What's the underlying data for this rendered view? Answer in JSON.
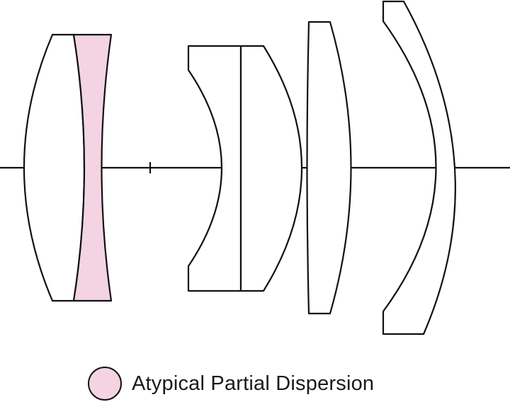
{
  "legend": {
    "label": "Atypical Partial Dispersion",
    "swatch_color": "#f4d3e2"
  },
  "colors": {
    "special_glass": "#f4d3e2",
    "lens_fill": "#ffffff",
    "stroke": "#111111"
  },
  "elements": [
    {
      "name": "element-1-biconvex",
      "glass": "normal"
    },
    {
      "name": "element-2-biconcave",
      "glass": "atypical-partial-dispersion"
    },
    {
      "name": "element-3-concave-front",
      "glass": "normal"
    },
    {
      "name": "element-4-plano-convex",
      "glass": "normal"
    },
    {
      "name": "element-5-convex",
      "glass": "normal"
    },
    {
      "name": "element-6-meniscus",
      "glass": "normal"
    }
  ]
}
